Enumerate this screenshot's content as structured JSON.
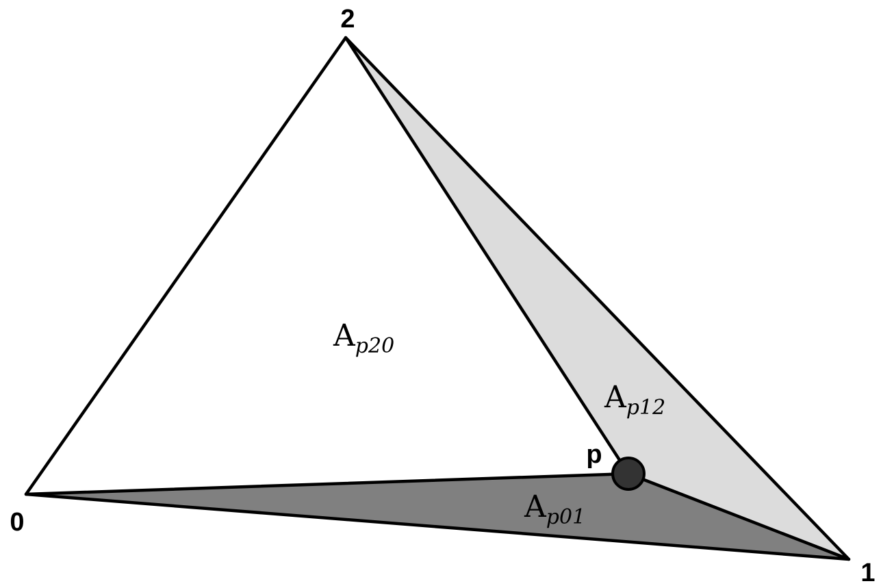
{
  "vertices": {
    "v0": "0",
    "v1": "1",
    "v2": "2"
  },
  "point": {
    "label": "p"
  },
  "regions": {
    "p20": {
      "main": "A",
      "sub": "p20",
      "fill": "#ffffff"
    },
    "p12": {
      "main": "A",
      "sub": "p12",
      "fill": "#dcdcdc"
    },
    "p01": {
      "main": "A",
      "sub": "p01",
      "fill": "#808080"
    }
  },
  "colors": {
    "edge": "#000000",
    "point_fill": "#333333"
  }
}
